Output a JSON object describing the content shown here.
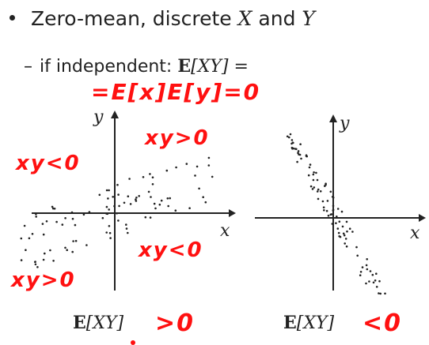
{
  "bullet": {
    "text": "Zero-mean, discrete ",
    "x": "X",
    "and": " and ",
    "y": "Y"
  },
  "independent": {
    "label": "if independent: ",
    "expr_E": "E",
    "expr_XY": "[XY]",
    "expr_eq": " ="
  },
  "handwritten": {
    "independent_result": "=E[x]E[y]=0",
    "quadrant_top_left": "xy<0",
    "quadrant_top_right": "xy>0",
    "quadrant_bottom_right": "xy<0",
    "quadrant_bottom_left": "xy>0",
    "left_sign": ">0",
    "right_sign": "<0"
  },
  "left_plot": {
    "x_axis": "x",
    "y_axis": "y",
    "caption_E": "E",
    "caption_XY": "[XY]"
  },
  "right_plot": {
    "x_axis": "x",
    "y_axis": "y",
    "caption_E": "E",
    "caption_XY": "[XY]"
  },
  "colors": {
    "ink": "#ff1010",
    "text": "#222222"
  }
}
